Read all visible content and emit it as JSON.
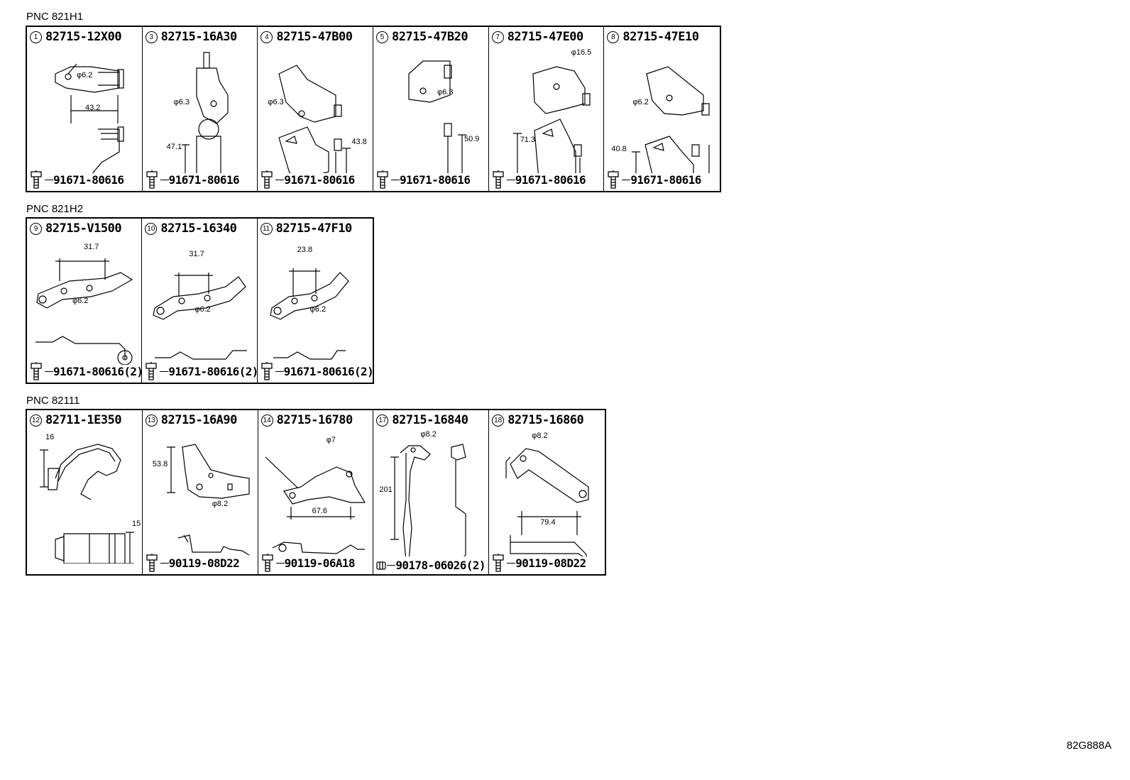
{
  "groups": [
    {
      "label": "PNC 821H1",
      "cells": [
        {
          "num": "1",
          "part": "82715-12X00",
          "fastener": "91671-80616",
          "dims": [
            "φ6.2",
            "43.2"
          ]
        },
        {
          "num": "3",
          "part": "82715-16A30",
          "fastener": "91671-80616",
          "dims": [
            "φ6.3",
            "47.1"
          ]
        },
        {
          "num": "4",
          "part": "82715-47B00",
          "fastener": "91671-80616",
          "dims": [
            "φ6.3",
            "43.8"
          ]
        },
        {
          "num": "5",
          "part": "82715-47B20",
          "fastener": "91671-80616",
          "dims": [
            "φ6.3",
            "50.9"
          ]
        },
        {
          "num": "7",
          "part": "82715-47E00",
          "fastener": "91671-80616",
          "dims": [
            "φ16.5",
            "71.3"
          ]
        },
        {
          "num": "8",
          "part": "82715-47E10",
          "fastener": "91671-80616",
          "dims": [
            "φ6.2",
            "40.8"
          ]
        }
      ]
    },
    {
      "label": "PNC 821H2",
      "cells": [
        {
          "num": "9",
          "part": "82715-V1500",
          "fastener": "91671-80616(2)",
          "dims": [
            "31.7",
            "φ6.2"
          ]
        },
        {
          "num": "10",
          "part": "82715-16340",
          "fastener": "91671-80616(2)",
          "dims": [
            "31.7",
            "φ6.2"
          ]
        },
        {
          "num": "11",
          "part": "82715-47F10",
          "fastener": "91671-80616(2)",
          "dims": [
            "23.8",
            "φ6.2"
          ]
        }
      ]
    },
    {
      "label": "PNC 82111",
      "cells": [
        {
          "num": "12",
          "part": "82711-1E350",
          "fastener": "",
          "dims": [
            "16",
            "15"
          ]
        },
        {
          "num": "13",
          "part": "82715-16A90",
          "fastener": "90119-08D22",
          "dims": [
            "53.8",
            "φ8.2"
          ]
        },
        {
          "num": "14",
          "part": "82715-16780",
          "fastener": "90119-06A18",
          "dims": [
            "φ7",
            "67.6"
          ]
        },
        {
          "num": "17",
          "part": "82715-16840",
          "fastener": "90178-06026(2)",
          "dims": [
            "φ8.2",
            "201"
          ]
        },
        {
          "num": "18",
          "part": "82715-16860",
          "fastener": "90119-08D22",
          "dims": [
            "φ8.2",
            "79.4"
          ]
        }
      ]
    }
  ],
  "reference_code": "82G888A"
}
